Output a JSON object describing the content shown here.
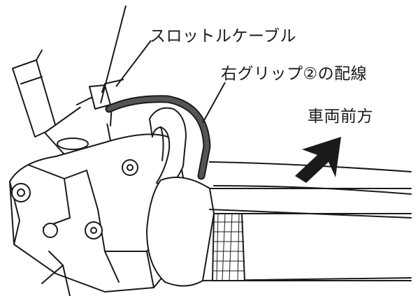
{
  "labels": {
    "throttle_cable": "スロットルケーブル",
    "right_grip_wiring": "右グリップ②の配線",
    "vehicle_front": "車両前方"
  },
  "colors": {
    "line": "#1a1a1a",
    "wiring": "#555555",
    "arrow": "#1a1a1a",
    "background": "#ffffff"
  }
}
